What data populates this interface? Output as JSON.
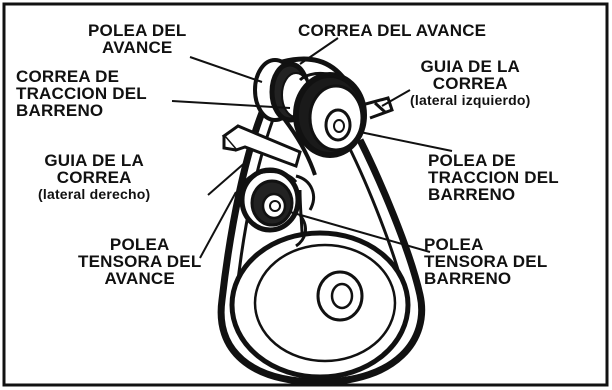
{
  "labels": {
    "polea_avance": [
      "POLEA DEL",
      "AVANCE"
    ],
    "correa_avance": [
      "CORREA DEL AVANCE"
    ],
    "correa_traccion": [
      "CORREA DE",
      "TRACCION DEL",
      "BARRENO"
    ],
    "guia_izquierdo": [
      "GUIA DE LA",
      "CORREA",
      "(lateral izquierdo)"
    ],
    "guia_derecho": [
      "GUIA DE LA",
      "CORREA",
      "(lateral derecho)"
    ],
    "polea_traccion": [
      "POLEA DE",
      "TRACCION DEL",
      "BARRENO"
    ],
    "polea_tensora_avance": [
      "POLEA",
      "TENSORA DEL",
      "AVANCE"
    ],
    "polea_tensora_barreno": [
      "POLEA",
      "TENSORA DEL",
      "BARRENO"
    ]
  },
  "colors": {
    "ink": "#111111",
    "frame": "#111111",
    "background": "#ffffff"
  }
}
